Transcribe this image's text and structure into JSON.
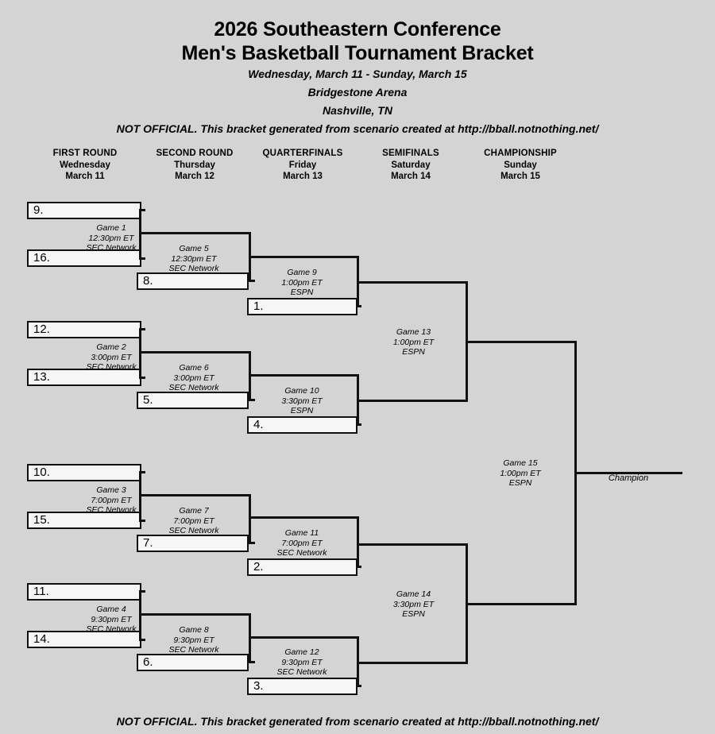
{
  "header": {
    "title_line1": "2026 Southeastern Conference",
    "title_line2": "Men's Basketball Tournament Bracket",
    "dates": "Wednesday, March 11 - Sunday, March 15",
    "venue": "Bridgestone Arena",
    "city": "Nashville, TN",
    "disclaimer": "NOT OFFICIAL.  This bracket generated from scenario created at http://bball.notnothing.net/"
  },
  "footer": {
    "disclaimer": "NOT OFFICIAL.  This bracket generated from scenario created at http://bball.notnothing.net/"
  },
  "rounds": [
    {
      "name": "FIRST ROUND",
      "day": "Wednesday",
      "date": "March 11"
    },
    {
      "name": "SECOND ROUND",
      "day": "Thursday",
      "date": "March 12"
    },
    {
      "name": "QUARTERFINALS",
      "day": "Friday",
      "date": "March 13"
    },
    {
      "name": "SEMIFINALS",
      "day": "Saturday",
      "date": "March 14"
    },
    {
      "name": "CHAMPIONSHIP",
      "day": "Sunday",
      "date": "March 15"
    }
  ],
  "slots": {
    "r1_g1_top": "9.",
    "r1_g1_bot": "16.",
    "r1_g2_top": "12.",
    "r1_g2_bot": "13.",
    "r1_g3_top": "10.",
    "r1_g3_bot": "15.",
    "r1_g4_top": "11.",
    "r1_g4_bot": "14.",
    "r2_g5": "8.",
    "r2_g6": "5.",
    "r2_g7": "7.",
    "r2_g8": "6.",
    "r3_g9": "1.",
    "r3_g10": "4.",
    "r3_g11": "2.",
    "r3_g12": "3."
  },
  "games": {
    "g1": {
      "name": "Game 1",
      "time": "12:30pm ET",
      "network": "SEC Network"
    },
    "g2": {
      "name": "Game 2",
      "time": "3:00pm ET",
      "network": "SEC Network"
    },
    "g3": {
      "name": "Game 3",
      "time": "7:00pm ET",
      "network": "SEC Network"
    },
    "g4": {
      "name": "Game 4",
      "time": "9:30pm ET",
      "network": "SEC Network"
    },
    "g5": {
      "name": "Game 5",
      "time": "12:30pm ET",
      "network": "SEC Network"
    },
    "g6": {
      "name": "Game 6",
      "time": "3:00pm ET",
      "network": "SEC Network"
    },
    "g7": {
      "name": "Game 7",
      "time": "7:00pm ET",
      "network": "SEC Network"
    },
    "g8": {
      "name": "Game 8",
      "time": "9:30pm ET",
      "network": "SEC Network"
    },
    "g9": {
      "name": "Game 9",
      "time": "1:00pm ET",
      "network": "ESPN"
    },
    "g10": {
      "name": "Game 10",
      "time": "3:30pm ET",
      "network": "ESPN"
    },
    "g11": {
      "name": "Game 11",
      "time": "7:00pm ET",
      "network": "SEC Network"
    },
    "g12": {
      "name": "Game 12",
      "time": "9:30pm ET",
      "network": "SEC Network"
    },
    "g13": {
      "name": "Game 13",
      "time": "1:00pm ET",
      "network": "ESPN"
    },
    "g14": {
      "name": "Game 14",
      "time": "3:30pm ET",
      "network": "ESPN"
    },
    "g15": {
      "name": "Game 15",
      "time": "1:00pm ET",
      "network": "ESPN"
    }
  },
  "champion_label": "Champion",
  "colors": {
    "background": "#d4d4d4",
    "line": "#111111",
    "slot_fill": "#f6f6f6"
  }
}
